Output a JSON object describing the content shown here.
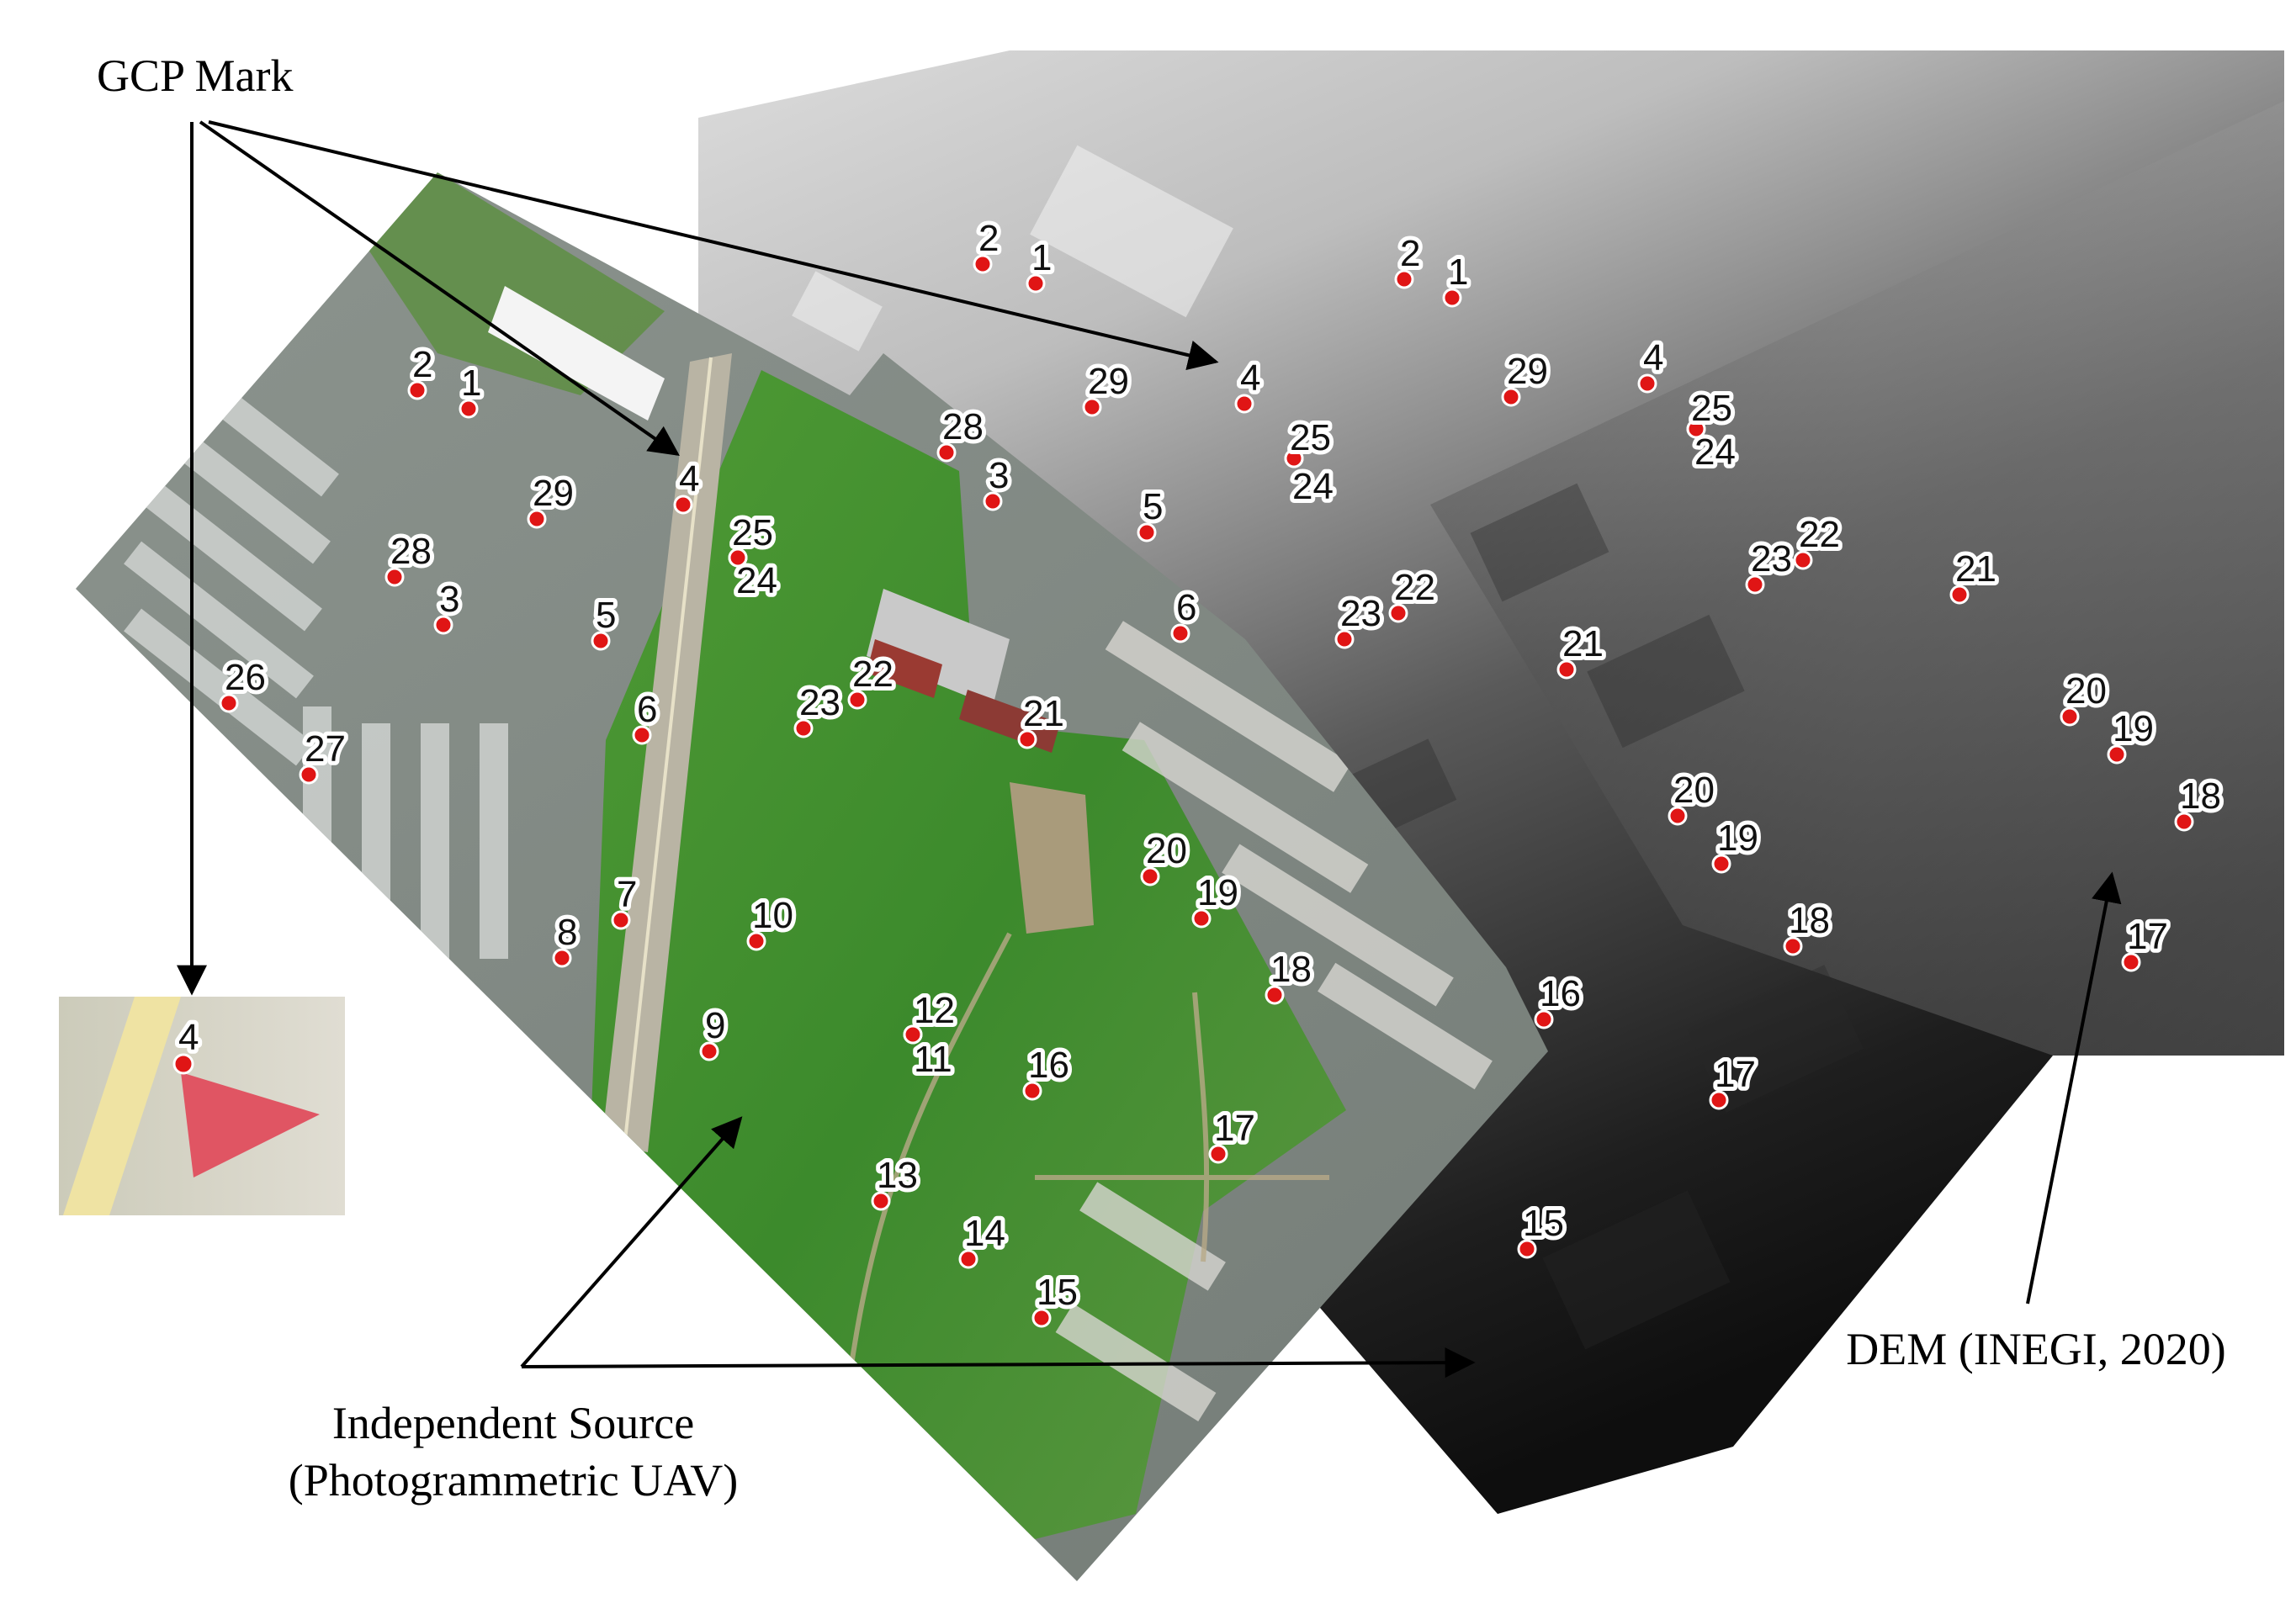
{
  "annotations": {
    "gcp_mark": "GCP Mark",
    "independent_source_line1": "Independent Source",
    "independent_source_line2": "(Photogrammetric UAV)",
    "dem": "DEM (INEGI, 2020)"
  },
  "inset": {
    "label": "4"
  },
  "uav_points": [
    "1",
    "2",
    "3",
    "4",
    "5",
    "6",
    "7",
    "8",
    "9",
    "10",
    "11",
    "12",
    "13",
    "14",
    "15",
    "16",
    "17",
    "18",
    "19",
    "20",
    "21",
    "22",
    "23",
    "24",
    "25",
    "26",
    "27",
    "28",
    "29"
  ],
  "dem_upper_points": [
    "1",
    "2",
    "3",
    "4",
    "5",
    "6",
    "22",
    "23",
    "24",
    "25",
    "28",
    "29"
  ],
  "dem_right_points": [
    "1",
    "2",
    "4",
    "15",
    "16",
    "17",
    "17",
    "18",
    "18",
    "19",
    "19",
    "20",
    "20",
    "21",
    "21",
    "22",
    "23",
    "24",
    "25",
    "29"
  ],
  "colors": {
    "point_marker": "#e01515",
    "vegetation": "#3f8a2e",
    "dem_light": "#d8d8d8",
    "dem_dark": "#151515"
  }
}
